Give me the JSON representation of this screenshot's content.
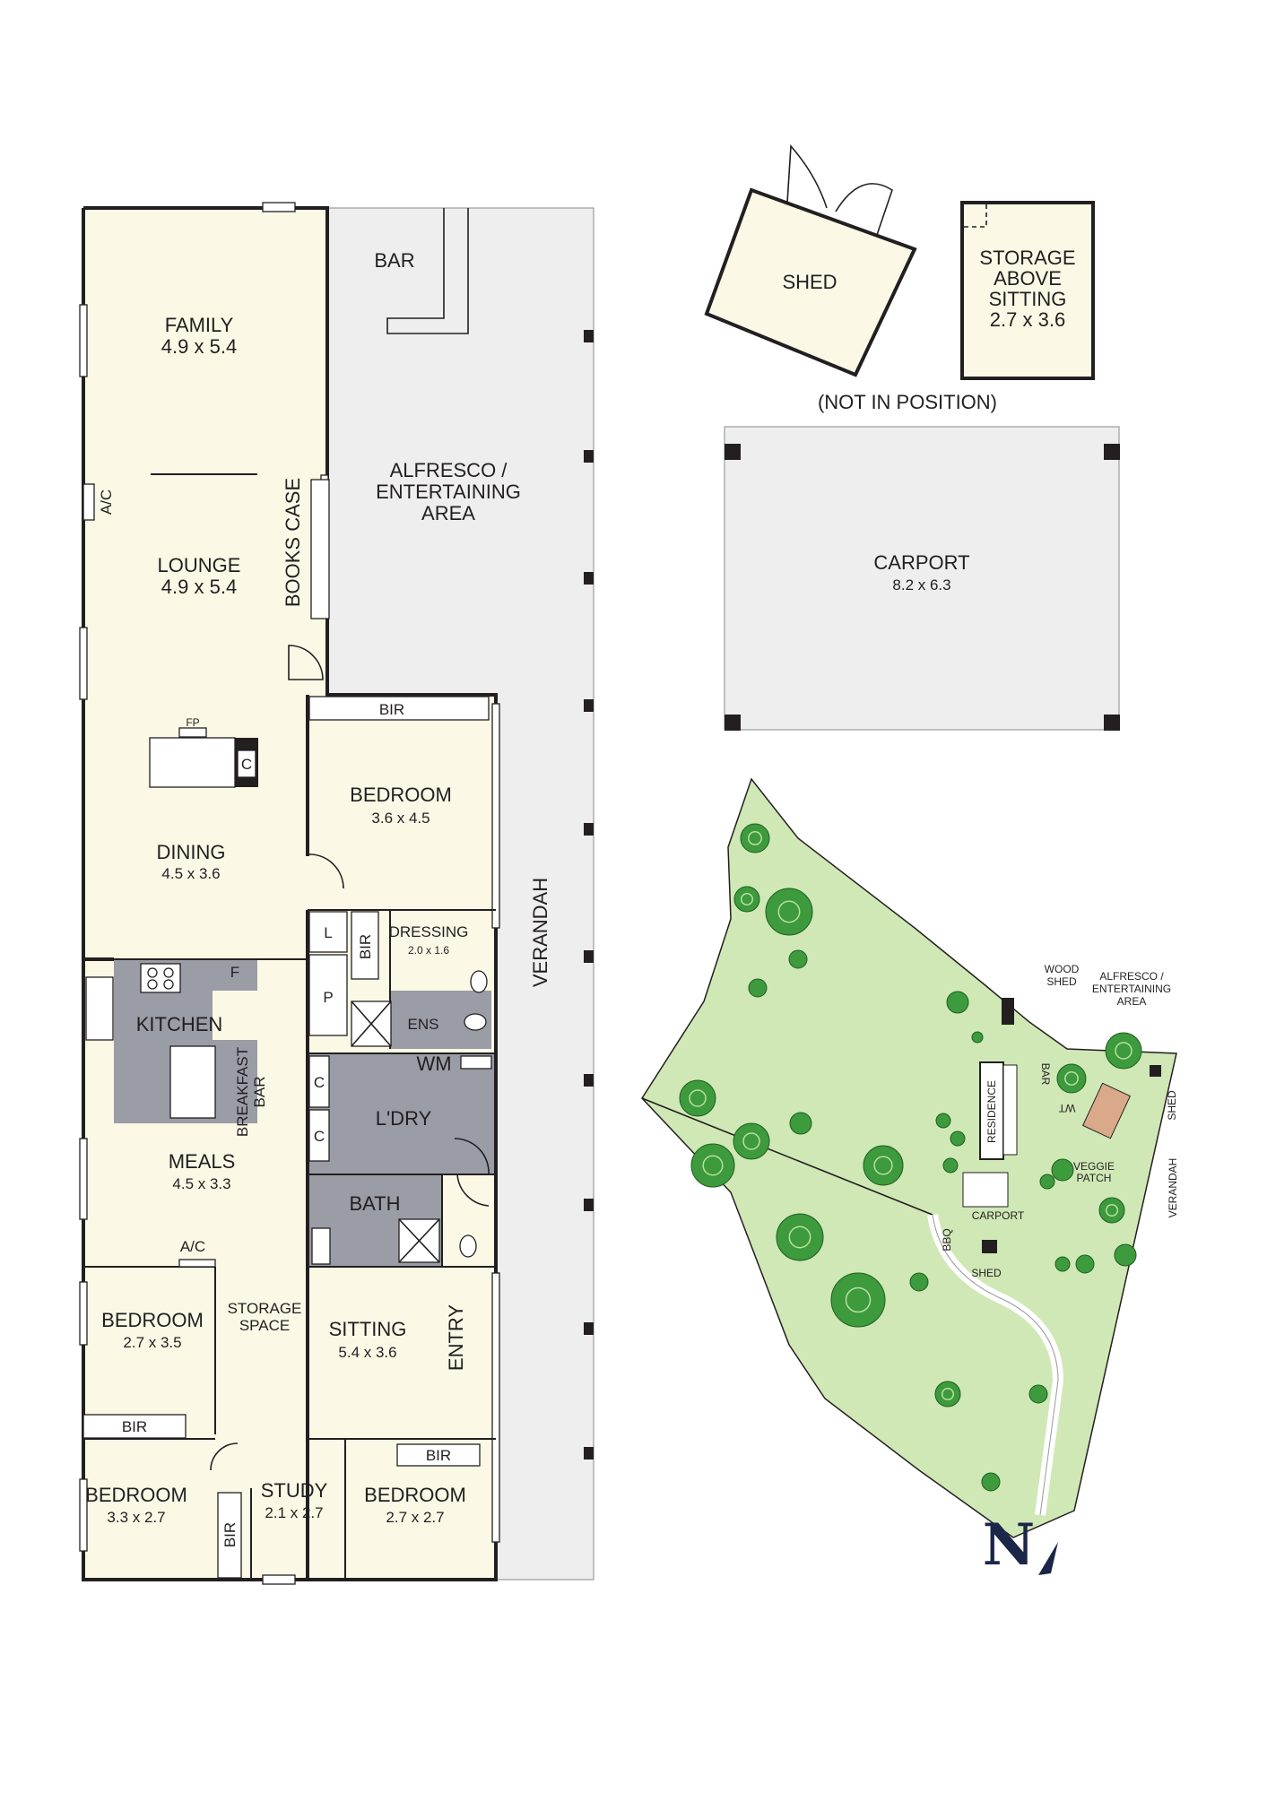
{
  "floorplan": {
    "rooms": {
      "family": {
        "name": "FAMILY",
        "size": "4.9 x 5.4"
      },
      "lounge": {
        "name": "LOUNGE",
        "size": "4.9 x 5.4"
      },
      "dining": {
        "name": "DINING",
        "size": "4.5 x 3.6"
      },
      "kitchen": {
        "name": "KITCHEN"
      },
      "meals": {
        "name": "MEALS",
        "size": "4.5 x 3.3"
      },
      "bedroom_main": {
        "name": "BEDROOM",
        "size": "3.6 x 4.5"
      },
      "dressing": {
        "name": "DRESSING",
        "size": "2.0 x 1.6"
      },
      "ens": {
        "name": "ENS"
      },
      "wm": {
        "name": "WM"
      },
      "ldry": {
        "name": "L'DRY"
      },
      "bath": {
        "name": "BATH"
      },
      "bedroom_2": {
        "name": "BEDROOM",
        "size": "2.7 x 3.5"
      },
      "storage_space": {
        "line1": "STORAGE",
        "line2": "SPACE"
      },
      "sitting": {
        "name": "SITTING",
        "size": "5.4 x 3.6"
      },
      "entry": {
        "name": "ENTRY"
      },
      "bedroom_3": {
        "name": "BEDROOM",
        "size": "3.3 x 2.7"
      },
      "study": {
        "name": "STUDY",
        "size": "2.1 x 2.7"
      },
      "bedroom_4": {
        "name": "BEDROOM",
        "size": "2.7 x 2.7"
      },
      "alfresco": {
        "line1": "ALFRESCO /",
        "line2": "ENTERTAINING",
        "line3": "AREA"
      },
      "bar": {
        "name": "BAR"
      },
      "verandah": {
        "name": "VERANDAH"
      },
      "books_case": {
        "name": "BOOKS CASE"
      },
      "breakfast_bar": {
        "line1": "BREAKFAST",
        "line2": "BAR"
      }
    },
    "fixtures": {
      "ac_top": "A/C",
      "ac_meals": "A/C",
      "fp": "FP",
      "c_fireplace": "C",
      "fridge": "F",
      "bir_main": "BIR",
      "bir_dressing": "BIR",
      "bir_bed2": "BIR",
      "bir_bed3": "BIR",
      "bir_bed4": "BIR",
      "linen": "L",
      "pantry": "P",
      "cupboard_1": "C",
      "cupboard_2": "C"
    }
  },
  "outbuildings": {
    "shed": {
      "name": "SHED"
    },
    "storage": {
      "line1": "STORAGE",
      "line2": "ABOVE",
      "line3": "SITTING",
      "size": "2.7 x 3.6"
    },
    "not_in_position": "(NOT IN POSITION)",
    "carport": {
      "name": "CARPORT",
      "size": "8.2 x 6.3"
    }
  },
  "site_plan": {
    "labels": {
      "wood_shed_1": "WOOD",
      "wood_shed_2": "SHED",
      "alfresco_1": "ALFRESCO /",
      "alfresco_2": "ENTERTAINING",
      "alfresco_3": "AREA",
      "bar": "BAR",
      "wt": "WT",
      "residence": "RESIDENCE",
      "shed_east": "SHED",
      "veggie_1": "VEGGIE",
      "veggie_2": "PATCH",
      "verandah": "VERANDAH",
      "carport": "CARPORT",
      "bbq": "BBQ",
      "shed_south": "SHED"
    },
    "colors": {
      "land": "#cfe8b6",
      "tree": "#3d9a3d",
      "tree_light": "#b8e0a0"
    }
  },
  "north_arrow": {
    "letter": "N"
  }
}
